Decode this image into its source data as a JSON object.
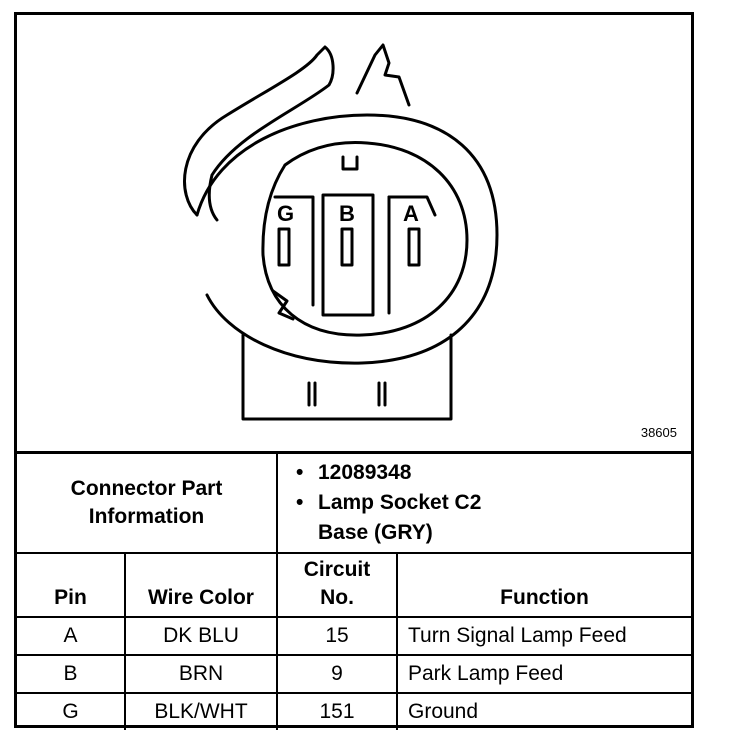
{
  "figure": {
    "id": "38605",
    "pins": [
      "G",
      "B",
      "A"
    ]
  },
  "connector_info": {
    "label_line1": "Connector Part",
    "label_line2": "Information",
    "items": [
      {
        "bullet": "•",
        "line1": "12089348",
        "line2": ""
      },
      {
        "bullet": "•",
        "line1": "Lamp Socket C2",
        "line2": "Base (GRY)"
      }
    ]
  },
  "table": {
    "headers": {
      "pin": "Pin",
      "wire_color": "Wire Color",
      "circuit_line1": "Circuit",
      "circuit_line2": "No.",
      "function": "Function"
    },
    "rows": [
      {
        "pin": "A",
        "wire_color": "DK BLU",
        "circuit": "15",
        "function": "Turn Signal Lamp Feed"
      },
      {
        "pin": "B",
        "wire_color": "BRN",
        "circuit": "9",
        "function": "Park Lamp Feed"
      },
      {
        "pin": "G",
        "wire_color": "BLK/WHT",
        "circuit": "151",
        "function": "Ground"
      }
    ]
  }
}
